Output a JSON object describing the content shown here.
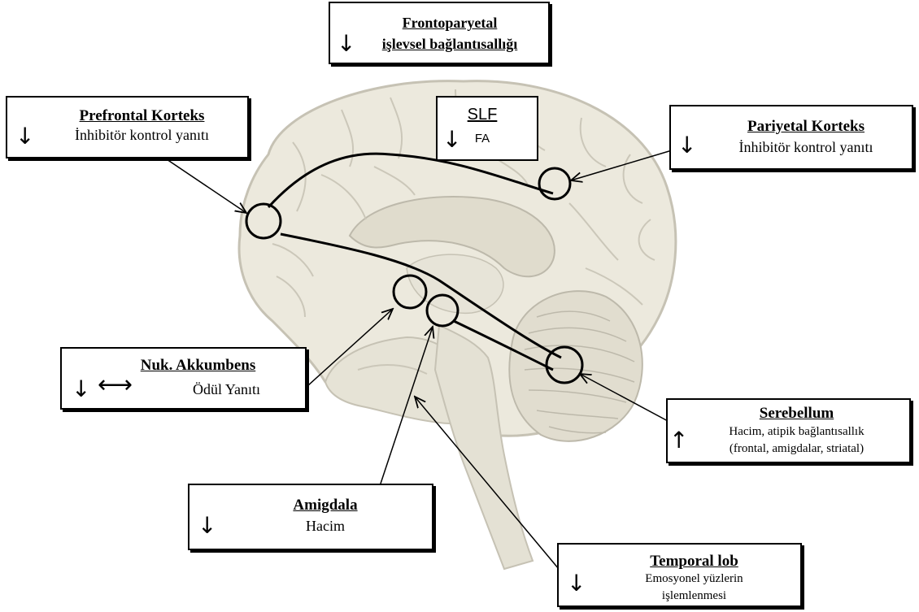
{
  "colors": {
    "brain_fill": "#ece9dd",
    "brain_line": "#c6c2b4",
    "pathway": "#000000"
  },
  "icons": {
    "decrease": "down-arrow",
    "increase": "up-arrow",
    "altered": "left-right-arrow"
  },
  "labels": {
    "frontoparietal": {
      "arrow": "↓",
      "title_line1": "Frontoparyetal",
      "title_line2": "işlevsel bağlantısallığı"
    },
    "prefrontal": {
      "arrow": "↓",
      "title": "Prefrontal Korteks",
      "subtitle": "İnhibitör kontrol yanıtı"
    },
    "slf": {
      "arrow": "↓",
      "title": "SLF",
      "subtitle": "FA"
    },
    "parietal": {
      "arrow": "↓",
      "title": "Pariyetal Korteks",
      "subtitle": "İnhibitör kontrol yanıtı"
    },
    "accumbens": {
      "arrow": "↓",
      "arrow2": "⟷",
      "title": "Nuk. Akkumbens",
      "subtitle": "Ödül Yanıtı"
    },
    "cerebellum": {
      "arrow": "↑",
      "title": "Serebellum",
      "subtitle_line1": "Hacim, atipik bağlantısallık",
      "subtitle_line2": "(frontal, amigdalar, striatal)"
    },
    "amygdala": {
      "arrow": "↓",
      "title": "Amigdala",
      "subtitle": "Hacim"
    },
    "temporal": {
      "arrow": "↓",
      "title": "Temporal lob",
      "subtitle_line1": "Emosyonel yüzlerin",
      "subtitle_line2": "işlemlenmesi"
    }
  }
}
